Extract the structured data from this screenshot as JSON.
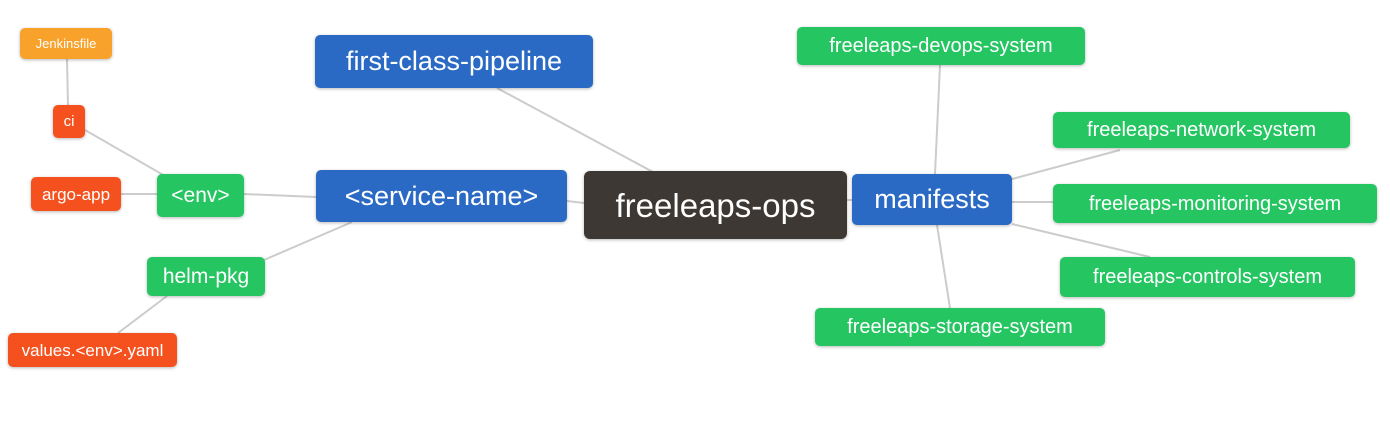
{
  "palette": {
    "root_bg": "#3d3834",
    "primary_bg": "#2a6ac4",
    "secondary_bg": "#25c562",
    "alert_bg": "#f4511e",
    "warn_bg": "#f9a22b",
    "edge": "#cccccc",
    "text": "#ffffff"
  },
  "diagram": {
    "type": "mindmap",
    "root": "freeleaps-ops"
  },
  "nodes": {
    "freeleaps_ops": {
      "label": "freeleaps-ops"
    },
    "first_class_pipeline": {
      "label": "first-class-pipeline"
    },
    "service_name": {
      "label": "<service-name>"
    },
    "manifests": {
      "label": "manifests"
    },
    "env": {
      "label": "<env>"
    },
    "helm_pkg": {
      "label": "helm-pkg"
    },
    "ci": {
      "label": "ci"
    },
    "argo_app": {
      "label": "argo-app"
    },
    "jenkinsfile": {
      "label": "Jenkinsfile"
    },
    "values_env_yaml": {
      "label": "values.<env>.yaml"
    },
    "devops_system": {
      "label": "freeleaps-devops-system"
    },
    "network_system": {
      "label": "freeleaps-network-system"
    },
    "monitoring_system": {
      "label": "freeleaps-monitoring-system"
    },
    "controls_system": {
      "label": "freeleaps-controls-system"
    },
    "storage_system": {
      "label": "freeleaps-storage-system"
    }
  },
  "edges": [
    {
      "from": "Jenkinsfile",
      "to": "ci"
    },
    {
      "from": "ci",
      "to": "<env>"
    },
    {
      "from": "argo-app",
      "to": "<env>"
    },
    {
      "from": "<env>",
      "to": "<service-name>"
    },
    {
      "from": "helm-pkg",
      "to": "<service-name>"
    },
    {
      "from": "values.<env>.yaml",
      "to": "helm-pkg"
    },
    {
      "from": "first-class-pipeline",
      "to": "freeleaps-ops"
    },
    {
      "from": "<service-name>",
      "to": "freeleaps-ops"
    },
    {
      "from": "freeleaps-ops",
      "to": "manifests"
    },
    {
      "from": "manifests",
      "to": "freeleaps-devops-system"
    },
    {
      "from": "manifests",
      "to": "freeleaps-network-system"
    },
    {
      "from": "manifests",
      "to": "freeleaps-monitoring-system"
    },
    {
      "from": "manifests",
      "to": "freeleaps-controls-system"
    },
    {
      "from": "manifests",
      "to": "freeleaps-storage-system"
    }
  ]
}
